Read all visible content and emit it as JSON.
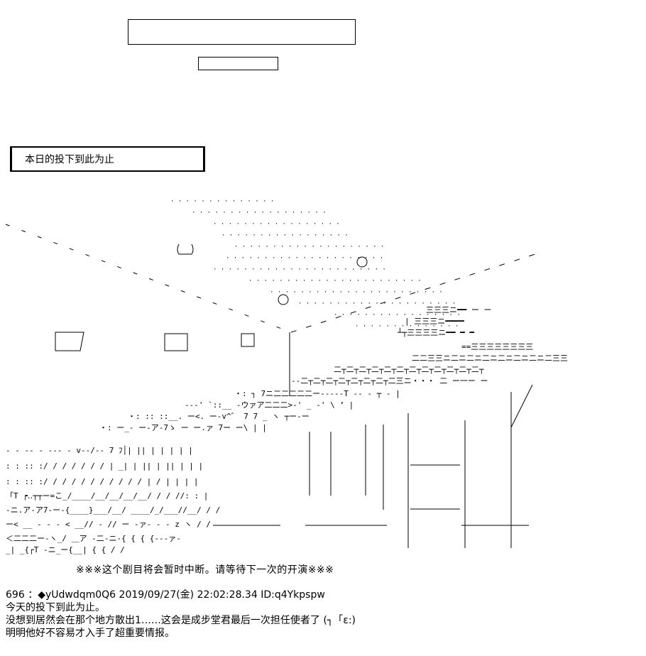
{
  "caption": "本日的投下到此为止",
  "notice": "※※※这个剧目将会暂时中断。请等待下一次的开演※※※",
  "post": {
    "number": "696",
    "separator": "：",
    "author": "◆yUdwdqm0Q6",
    "datetime": "2019/09/27(金) 22:02:28.34",
    "id": "ID:q4Ykpspw",
    "lines": [
      "今天的投下到此为止。",
      "没想到居然会在那个地方散出1……这会是成步堂君最后一次担任使者了 (┐「ε:)",
      "明明他好不容易才入手了超重要情报。"
    ]
  }
}
